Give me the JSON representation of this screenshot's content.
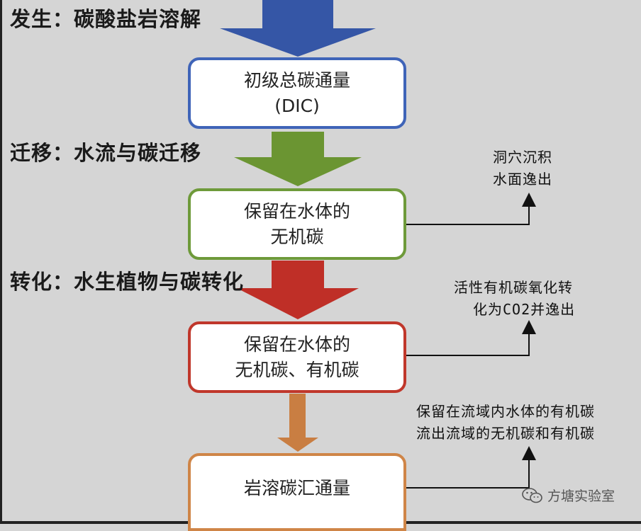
{
  "stages": [
    {
      "label": "发生：碳酸盐岩溶解"
    },
    {
      "label": "迁移：水流与碳迁移"
    },
    {
      "label": "转化：水生植物与碳转化"
    }
  ],
  "boxes": [
    {
      "lines": [
        "初级总碳通量",
        "(DIC)"
      ],
      "color": "#3f64b8"
    },
    {
      "lines": [
        "保留在水体的",
        "无机碳"
      ],
      "color": "#6e9a3a"
    },
    {
      "lines": [
        "保留在水体的",
        "无机碳、有机碳"
      ],
      "color": "#c0372b"
    },
    {
      "lines": [
        "岩溶碳汇通量"
      ],
      "color": "#cf8547"
    }
  ],
  "arrows": [
    {
      "color": "#3556a6"
    },
    {
      "color": "#6b9532"
    },
    {
      "color": "#bf2f27"
    },
    {
      "color": "#c97e42"
    }
  ],
  "notes": [
    {
      "lines": [
        "洞穴沉积",
        "水面逸出"
      ]
    },
    {
      "lines": [
        "活性有机碳氧化转",
        "化为CO2并逸出"
      ]
    },
    {
      "lines": [
        "保留在流域内水体的有机碳",
        "流出流域的无机碳和有机碳"
      ]
    }
  ],
  "watermark": {
    "text": "方塘实验室",
    "icon": "wechat-icon"
  }
}
